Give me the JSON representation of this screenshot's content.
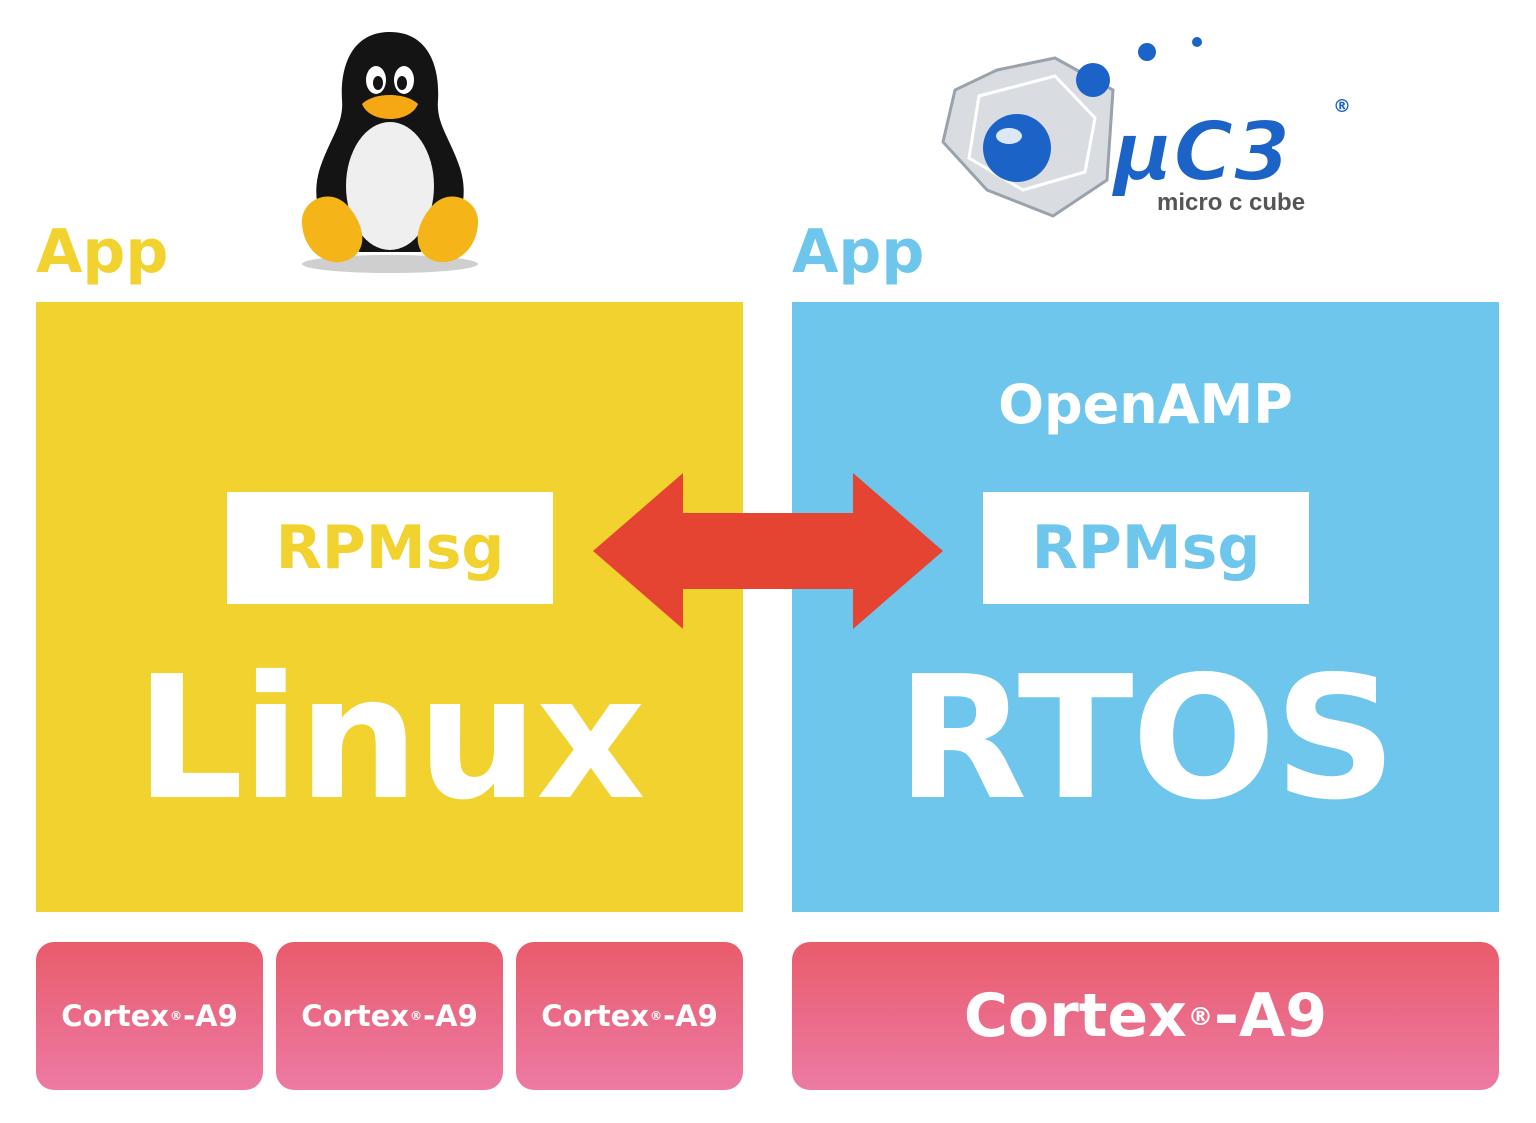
{
  "colors": {
    "linux": "#f2d22e",
    "rtos": "#6ec6ec",
    "arrow": "#e64433",
    "core_top": "#e95c6b",
    "core_bottom": "#ec7aa4",
    "uc3_blue": "#1c63c7"
  },
  "left": {
    "app_label": "App",
    "rpmsg_label": "RPMsg",
    "os_label": "Linux",
    "logo_icon": "tux-penguin-icon",
    "cores": [
      {
        "name": "Cortex",
        "reg": "®",
        "suffix": "-A9"
      },
      {
        "name": "Cortex",
        "reg": "®",
        "suffix": "-A9"
      },
      {
        "name": "Cortex",
        "reg": "®",
        "suffix": "-A9"
      }
    ]
  },
  "right": {
    "app_label": "App",
    "framework_label": "OpenAMP",
    "rpmsg_label": "RPMsg",
    "os_label": "RTOS",
    "logo": {
      "mark": "μC3",
      "reg": "®",
      "tagline": "micro c cube"
    },
    "core": {
      "name": "Cortex",
      "reg": "®",
      "suffix": "-A9"
    }
  },
  "arrow_icon": "double-arrow-icon"
}
